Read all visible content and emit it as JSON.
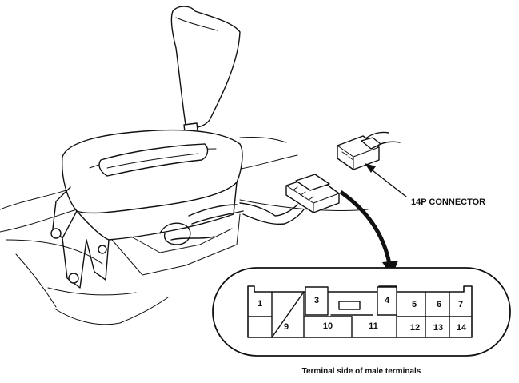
{
  "labels": {
    "connector": "14P CONNECTOR",
    "caption": "Terminal side of male terminals"
  },
  "pins": [
    "1",
    "3",
    "4",
    "5",
    "6",
    "7",
    "9",
    "10",
    "11",
    "12",
    "13",
    "14"
  ],
  "colors": {
    "ink": "#111111",
    "paper": "#ffffff"
  }
}
